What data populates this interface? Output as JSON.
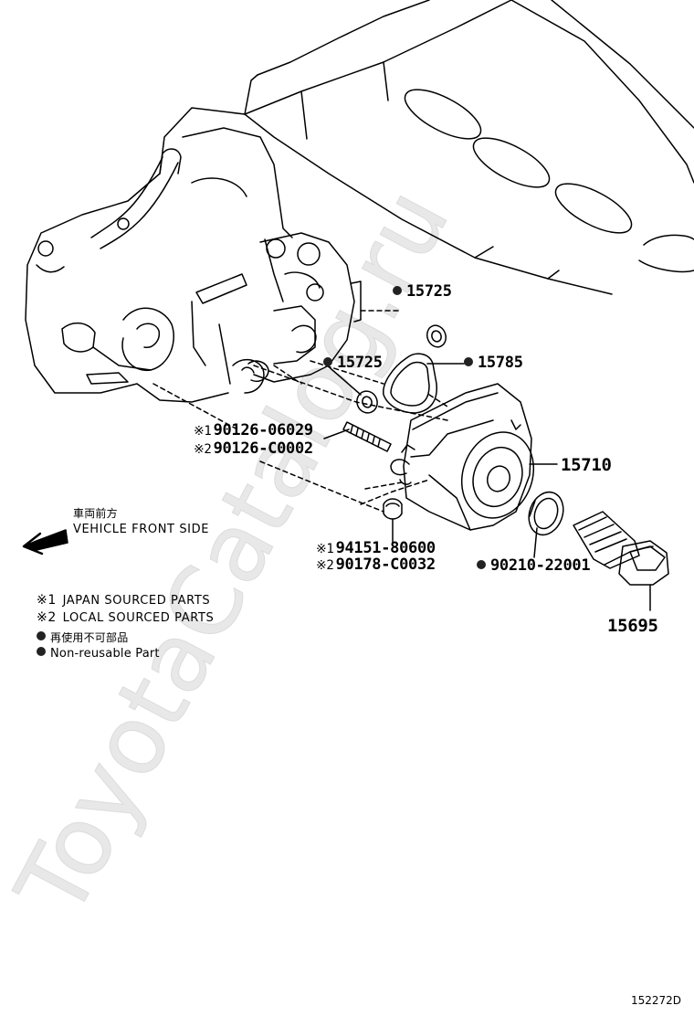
{
  "parts": {
    "p15725_top": "15725",
    "p15725_left": "15725",
    "p15785": "15785",
    "p15710": "15710",
    "p15695": "15695",
    "stud_1": "90126-06029",
    "stud_2": "90126-C0002",
    "nut_1": "94151-80600",
    "nut_2": "90178-C0032",
    "gasket": "90210-22001"
  },
  "marks": {
    "m1": "※1",
    "m2": "※2"
  },
  "direction": {
    "ja": "車両前方",
    "en": "VEHICLE FRONT SIDE"
  },
  "legend": {
    "japan": "JAPAN SOURCED PARTS",
    "local": "LOCAL SOURCED PARTS",
    "nonreuse_ja": "再使用不可部品",
    "nonreuse_en": "Non-reusable Part"
  },
  "figure_number": "152272D",
  "watermark": "ToyotaCatalog.ru",
  "colors": {
    "line": "#000000",
    "watermark": "#e6e6e6",
    "dot": "#222222"
  }
}
